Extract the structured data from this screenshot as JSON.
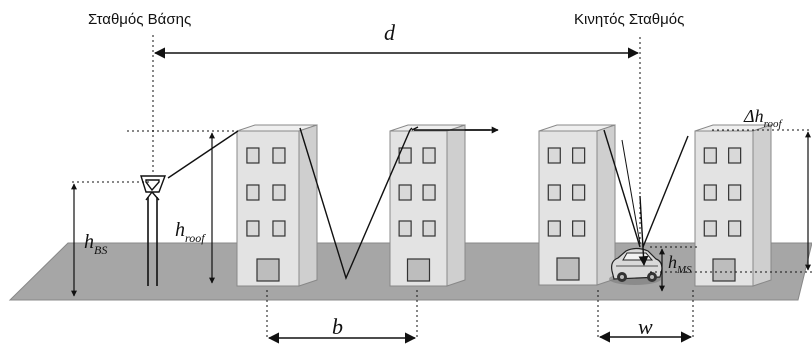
{
  "labels": {
    "base_station": "Σταθμός Βάσης",
    "mobile_station": "Κινητός Σταθμός"
  },
  "symbols": {
    "d": "d",
    "b": "b",
    "w": "w",
    "h_bs": {
      "main": "h",
      "sub": "BS"
    },
    "h_roof": {
      "main": "h",
      "sub": "roof"
    },
    "h_ms": {
      "main": "h",
      "sub": "MS"
    },
    "delta_h_roof": {
      "main": "Δh",
      "sub": "roof"
    }
  },
  "colors": {
    "ground": "#a6a6a6",
    "building_front": "#e3e3e3",
    "building_side": "#cfcfcf",
    "building_top": "#efefef",
    "window": "#d9d9d9",
    "line": "#111111"
  },
  "icons": {
    "antenna": "antenna-icon",
    "car": "car-icon"
  }
}
